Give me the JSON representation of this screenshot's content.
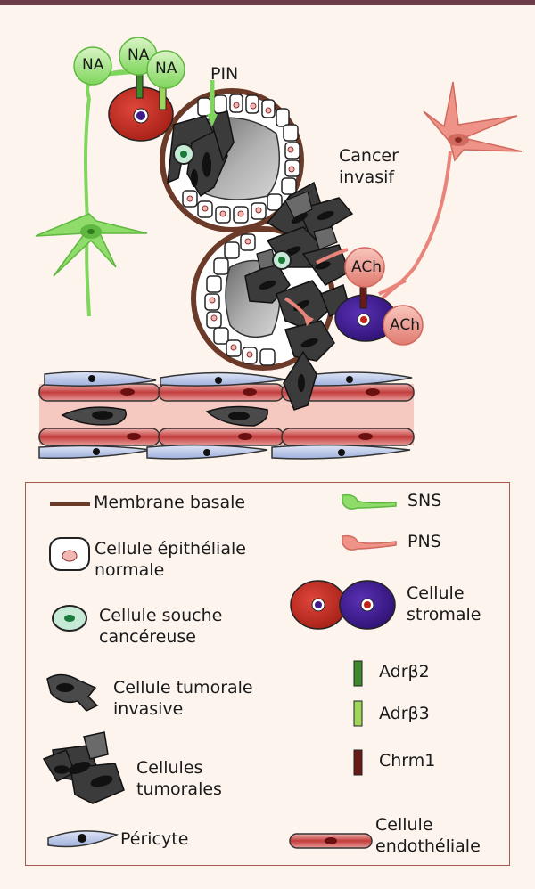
{
  "diagram_labels": {
    "na1": "NA",
    "na2": "NA",
    "na3": "NA",
    "pin": "PIN",
    "cancer_line1": "Cancer",
    "cancer_line2": "invasif",
    "ach1": "ACh",
    "ach2": "ACh"
  },
  "legend": {
    "membrane": "Membrane basale",
    "epithelial_line1": "Cellule épithéliale",
    "epithelial_line2": "normale",
    "stem_line1": "Cellule souche",
    "stem_line2": "cancéreuse",
    "invasive_line1": "Cellule tumorale",
    "invasive_line2": "invasive",
    "tumor_line1": "Cellules",
    "tumor_line2": "tumorales",
    "pericyte": "Péricyte",
    "sns": "SNS",
    "pns": "PNS",
    "stromal_line1": "Cellule",
    "stromal_line2": "stromale",
    "adrb2": "Adrβ2",
    "adrb3": "Adrβ3",
    "chrm1": "Chrm1",
    "endothelial_line1": "Cellule",
    "endothelial_line2": "endothéliale"
  },
  "colors": {
    "background": "#fdf4ee",
    "top_bar": "#6e3b49",
    "sns_green": "#7fd65c",
    "pns_salmon": "#e9847a",
    "stromal_red": "#c0251a",
    "stromal_purple": "#3f1b8c",
    "membrane_brown": "#6b3a28",
    "stem_cell": "#c6ead6",
    "pericyte_blue": "#c3cdea",
    "endothelial_red": "#c65a5a",
    "adrb2_dark_green": "#3f8a2a",
    "adrb3_light_green": "#9fd65a",
    "chrm1_dark_red": "#6a1a14",
    "legend_border": "#a8594f"
  }
}
